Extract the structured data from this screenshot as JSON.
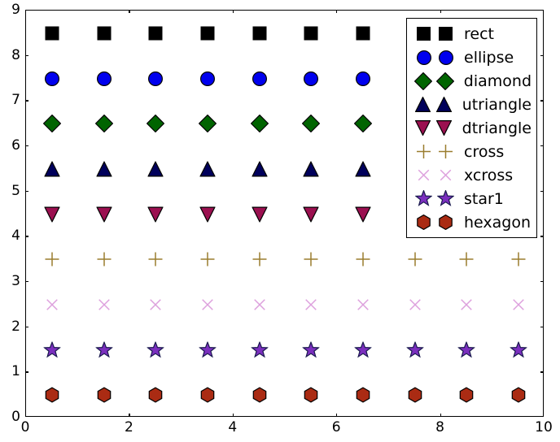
{
  "chart_data": {
    "type": "scatter",
    "title": "",
    "xlabel": "",
    "ylabel": "",
    "xlim": [
      0,
      10
    ],
    "ylim": [
      0,
      9
    ],
    "grid": false,
    "legend_position": "upper right",
    "xticks": [
      0,
      2,
      4,
      6,
      8,
      10
    ],
    "xtick_labels": [
      "0",
      "2",
      "4",
      "6",
      "8",
      "10"
    ],
    "xticks_minor": [
      1,
      3,
      5,
      7,
      9
    ],
    "yticks": [
      0,
      1,
      2,
      3,
      4,
      5,
      6,
      7,
      8,
      9
    ],
    "ytick_labels": [
      "0",
      "1",
      "2",
      "3",
      "4",
      "5",
      "6",
      "7",
      "8",
      "9"
    ],
    "x": [
      0.5,
      1.5,
      2.5,
      3.5,
      4.5,
      5.5,
      6.5,
      7.5,
      8.5,
      9.5
    ],
    "series": [
      {
        "name": "rect",
        "marker": "square",
        "y_value": 8.5,
        "face_color": "#000000",
        "edge_color": "#000000",
        "size": 17,
        "values": [
          8.5,
          8.5,
          8.5,
          8.5,
          8.5,
          8.5,
          8.5,
          8.5,
          8.5,
          8.5
        ]
      },
      {
        "name": "ellipse",
        "marker": "circle",
        "y_value": 7.5,
        "face_color": "#0000ee",
        "edge_color": "#000000",
        "size": 18,
        "values": [
          7.5,
          7.5,
          7.5,
          7.5,
          7.5,
          7.5,
          7.5,
          7.5,
          7.5,
          7.5
        ]
      },
      {
        "name": "diamond",
        "marker": "diamond",
        "y_value": 6.5,
        "face_color": "#006400",
        "edge_color": "#000000",
        "size": 22,
        "values": [
          6.5,
          6.5,
          6.5,
          6.5,
          6.5,
          6.5,
          6.5,
          6.5,
          6.5,
          6.5
        ]
      },
      {
        "name": "utriangle",
        "marker": "triangle-up",
        "y_value": 5.5,
        "face_color": "#00005b",
        "edge_color": "#000000",
        "size": 19,
        "values": [
          5.5,
          5.5,
          5.5,
          5.5,
          5.5,
          5.5,
          5.5,
          5.5,
          5.5,
          5.5
        ]
      },
      {
        "name": "dtriangle",
        "marker": "triangle-down",
        "y_value": 4.5,
        "face_color": "#9b1050",
        "edge_color": "#000000",
        "size": 19,
        "values": [
          4.5,
          4.5,
          4.5,
          4.5,
          4.5,
          4.5,
          4.5,
          4.5,
          4.5,
          4.5
        ]
      },
      {
        "name": "cross",
        "marker": "plus",
        "y_value": 3.5,
        "face_color": "none",
        "edge_color": "#9a7d2e",
        "size": 19,
        "values": [
          3.5,
          3.5,
          3.5,
          3.5,
          3.5,
          3.5,
          3.5,
          3.5,
          3.5,
          3.5
        ]
      },
      {
        "name": "xcross",
        "marker": "x",
        "y_value": 2.5,
        "face_color": "none",
        "edge_color": "#dda0dd",
        "size": 19,
        "values": [
          2.5,
          2.5,
          2.5,
          2.5,
          2.5,
          2.5,
          2.5,
          2.5,
          2.5,
          2.5
        ]
      },
      {
        "name": "star1",
        "marker": "star",
        "y_value": 1.5,
        "face_color": "#7b2fbe",
        "edge_color": "#1a1a4e",
        "size": 21,
        "values": [
          1.5,
          1.5,
          1.5,
          1.5,
          1.5,
          1.5,
          1.5,
          1.5,
          1.5,
          1.5
        ]
      },
      {
        "name": "hexagon",
        "marker": "hexagon",
        "y_value": 0.5,
        "face_color": "#aa2b13",
        "edge_color": "#000000",
        "size": 19,
        "values": [
          0.5,
          0.5,
          0.5,
          0.5,
          0.5,
          0.5,
          0.5,
          0.5,
          0.5,
          0.5
        ]
      }
    ]
  },
  "legend": {
    "items": [
      {
        "label": "rect"
      },
      {
        "label": "ellipse"
      },
      {
        "label": "diamond"
      },
      {
        "label": "utriangle"
      },
      {
        "label": "dtriangle"
      },
      {
        "label": "cross"
      },
      {
        "label": "xcross"
      },
      {
        "label": "star1"
      },
      {
        "label": "hexagon"
      }
    ]
  }
}
